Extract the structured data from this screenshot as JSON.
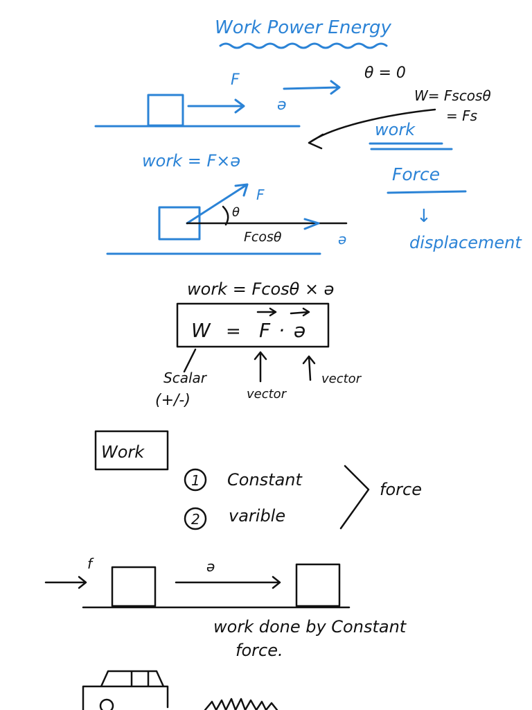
{
  "title": "Work Power Energy",
  "diagram1": {
    "force_label": "F",
    "disp_label": "ə",
    "theta_eq": "θ = 0",
    "w_formula": "W= Fscosθ",
    "w_result": "= Fs",
    "work_eq": "work = F×ə"
  },
  "side_notes": {
    "work": "work",
    "force": "Force",
    "arrow": "↓",
    "displacement": "displacement"
  },
  "diagram2": {
    "force_label": "F",
    "theta": "θ",
    "fcos": "Fcosθ",
    "disp_label": "ə"
  },
  "formula": {
    "work_line": "work = Fcosθ × ə",
    "boxed_w": "W",
    "boxed_eq": "=",
    "boxed_f": "F",
    "boxed_dot": "·",
    "boxed_s": "ə",
    "scalar": "Scalar",
    "sign": "(+/-)",
    "vector1": "vector",
    "vector2": "vector"
  },
  "types": {
    "heading": "Work",
    "n1": "1",
    "item1": "Constant",
    "n2": "2",
    "item2": "varible",
    "right": "force"
  },
  "diagram3": {
    "force_label": "f",
    "disp_label": "ə",
    "caption1": "work done by Constant",
    "caption2": "force."
  }
}
